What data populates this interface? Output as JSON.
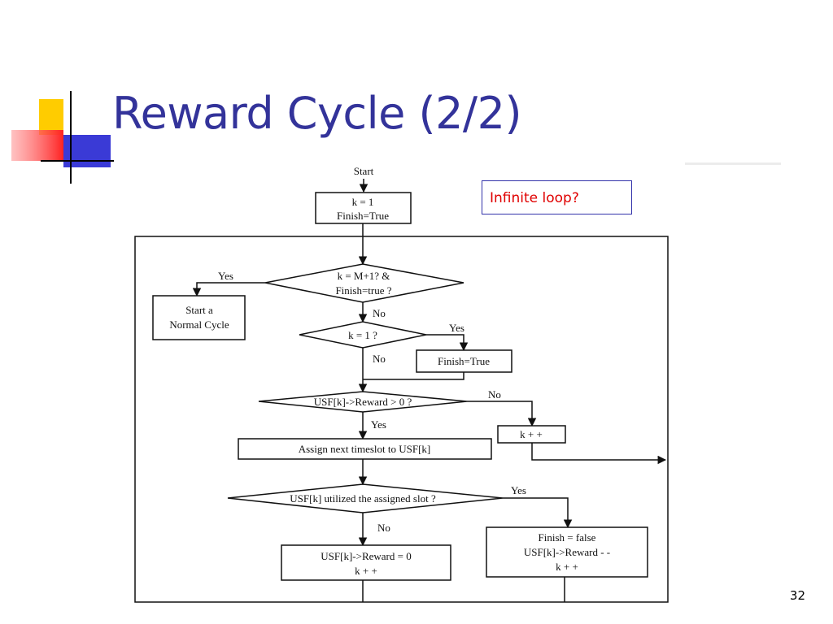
{
  "slide": {
    "title": "Reward Cycle (2/2)",
    "callout": "Infinite loop?",
    "page_number": "32",
    "accent_colors": {
      "yellow": "#ffcc00",
      "red": "#ff3333",
      "blue": "#3333cc",
      "title": "#33339a",
      "callout_text": "#e00000"
    }
  },
  "flowchart": {
    "start": "Start",
    "init": [
      "k = 1",
      "Finish=True"
    ],
    "dec_end": [
      "k = M+1? &",
      "Finish=true ?"
    ],
    "start_normal": [
      "Start a",
      "Normal Cycle"
    ],
    "dec_k1": "k = 1 ?",
    "finish_true": "Finish=True",
    "dec_reward": "USF[k]->Reward > 0 ?",
    "k_inc": "k + +",
    "assign": "Assign next timeslot to USF[k]",
    "dec_utilized": "USF[k] utilized the assigned slot ?",
    "reset": [
      "USF[k]->Reward = 0",
      "k + +"
    ],
    "penalize": [
      "Finish = false",
      "USF[k]->Reward - -",
      "k + +"
    ],
    "yes": "Yes",
    "no": "No"
  }
}
